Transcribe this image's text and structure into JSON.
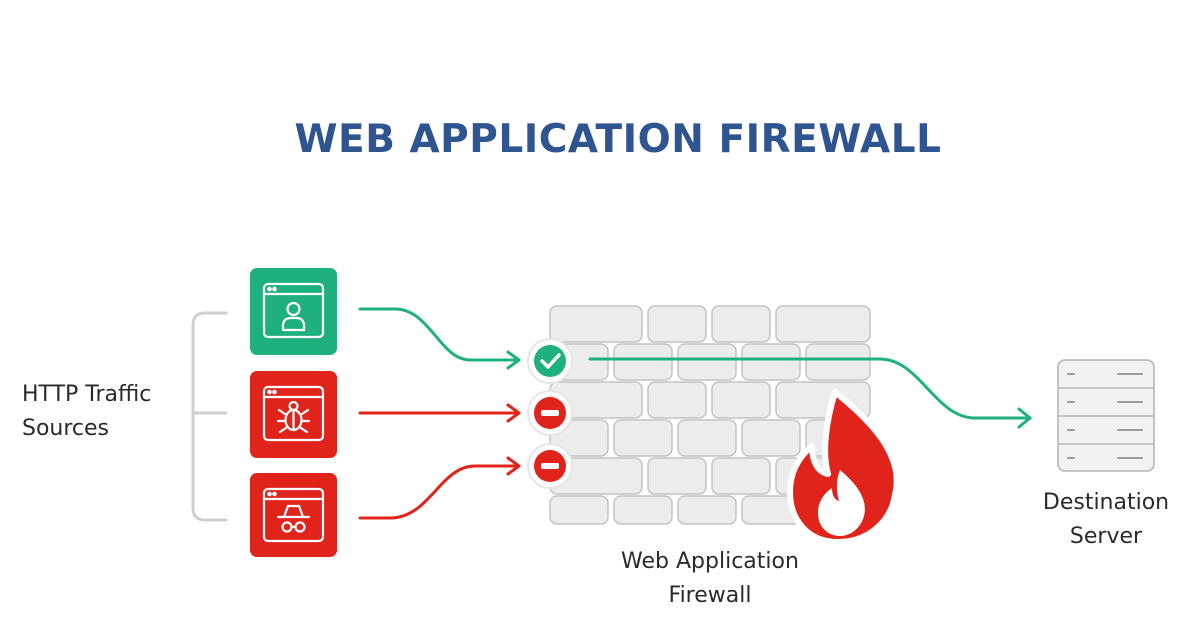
{
  "title": "WEB APPLICATION FIREWALL",
  "labels": {
    "sources_line1": "HTTP Traffic",
    "sources_line2": "Sources",
    "waf_line1": "Web Application",
    "waf_line2": "Firewall",
    "server_line1": "Destination",
    "server_line2": "Server"
  },
  "colors": {
    "title": "#2f5590",
    "allowed": "#1fb07f",
    "blocked": "#e0231b",
    "wall": "#e8e8e8",
    "wall_stroke": "#bdbdbd",
    "server": "#f0f0f0"
  },
  "sources": [
    {
      "name": "legitimate-user",
      "icon": "user-icon",
      "status": "allowed"
    },
    {
      "name": "malware-bot",
      "icon": "bug-icon",
      "status": "blocked"
    },
    {
      "name": "hacker",
      "icon": "spy-icon",
      "status": "blocked"
    }
  ]
}
